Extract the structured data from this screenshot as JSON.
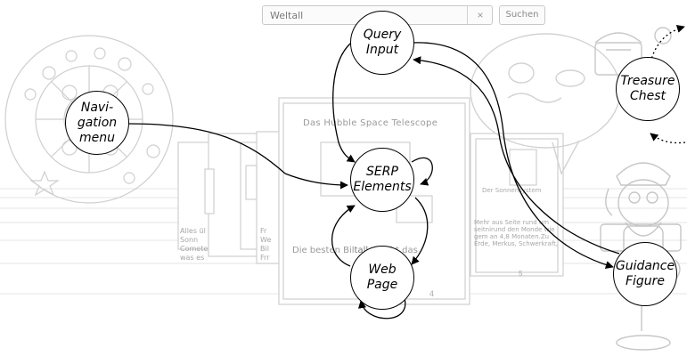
{
  "search": {
    "value": "Weltall",
    "clear_label": "×",
    "button_label": "Suchen"
  },
  "book": {
    "title": "Das Hubble Space Telescope",
    "caption_before": "Die besten Bil",
    "caption_highlight": "tall",
    "caption_after": " macht das",
    "page_number": "4",
    "left_text": "Alles ül\nSonn\nComete\nwas es",
    "mid_text": "Fr\nWe\nBil\nFrr",
    "right_head": "Der Sonnensystem",
    "right_text": "Mehr aus Seite rund um\nseitnirund den Monde wie\ngem an 4,8 Monaten.Zu\nErde, Merkus, Schwerkraft,",
    "right_page": "5"
  },
  "nodes": {
    "query_input": "Query\nInput",
    "treasure_chest": "Treasure\nChest",
    "navigation_menu": "Navi-\ngation\nmenu",
    "serp_elements": "SERP\nElements",
    "web_page": "Web\nPage",
    "guidance_figure": "Guidance\nFigure"
  }
}
